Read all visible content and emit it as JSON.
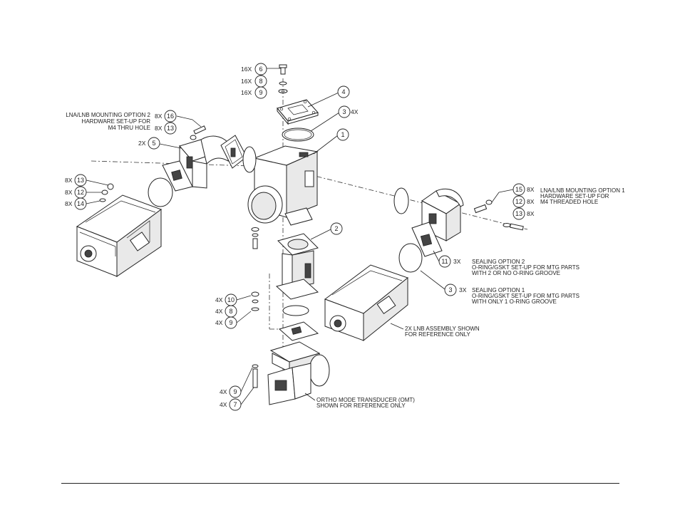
{
  "balloons": [
    {
      "id": "b6",
      "num": "6",
      "qty": "16X"
    },
    {
      "id": "b8a",
      "num": "8",
      "qty": "16X"
    },
    {
      "id": "b9a",
      "num": "9",
      "qty": "16X"
    },
    {
      "id": "b4",
      "num": "4",
      "qty": ""
    },
    {
      "id": "b3a",
      "num": "3",
      "qty": "4X"
    },
    {
      "id": "b1",
      "num": "1",
      "qty": ""
    },
    {
      "id": "b16",
      "num": "16",
      "qty": "8X"
    },
    {
      "id": "b13a",
      "num": "13",
      "qty": "8X"
    },
    {
      "id": "b5",
      "num": "5",
      "qty": "2X"
    },
    {
      "id": "b13b",
      "num": "13",
      "qty": "8X"
    },
    {
      "id": "b12a",
      "num": "12",
      "qty": "8X"
    },
    {
      "id": "b14",
      "num": "14",
      "qty": "8X"
    },
    {
      "id": "b15",
      "num": "15",
      "qty": "8X"
    },
    {
      "id": "b12b",
      "num": "12",
      "qty": "8X"
    },
    {
      "id": "b13c",
      "num": "13",
      "qty": "8X"
    },
    {
      "id": "b2",
      "num": "2",
      "qty": ""
    },
    {
      "id": "b11",
      "num": "11",
      "qty": "3X"
    },
    {
      "id": "b3b",
      "num": "3",
      "qty": "3X"
    },
    {
      "id": "b10",
      "num": "10",
      "qty": "4X"
    },
    {
      "id": "b8b",
      "num": "8",
      "qty": "4X"
    },
    {
      "id": "b9b",
      "num": "9",
      "qty": "4X"
    },
    {
      "id": "b9c",
      "num": "9",
      "qty": "4X"
    },
    {
      "id": "b7",
      "num": "7",
      "qty": "4X"
    }
  ],
  "notes": {
    "lna_option2": [
      "LNA/LNB MOUNTING OPTION 2",
      "HARDWARE SET-UP FOR",
      "M4 THRU HOLE"
    ],
    "lna_option1": [
      "LNA/LNB MOUNTING OPTION 1",
      "HARDWARE SET-UP FOR",
      "M4 THREADED HOLE"
    ],
    "sealing_option2": [
      "SEALING OPTION 2",
      "O-RING/GSKT SET-UP  FOR MTG PARTS",
      "WITH  2 OR NO O-RING GROOVE"
    ],
    "sealing_option1": [
      "SEALING OPTION 1",
      "O-RING/GSKT SET-UP FOR MTG PARTS",
      "WITH ONLY 1 O-RING GROOVE"
    ],
    "lnb_assembly": [
      "2X LNB ASSEMBLY SHOWN",
      "FOR REFERENCE ONLY"
    ],
    "omt": [
      "ORTHO MODE TRANSDUCER (OMT)",
      "SHOWN FOR REFERENCE ONLY"
    ]
  },
  "colors": {
    "line": "#222222",
    "background": "#ffffff"
  }
}
